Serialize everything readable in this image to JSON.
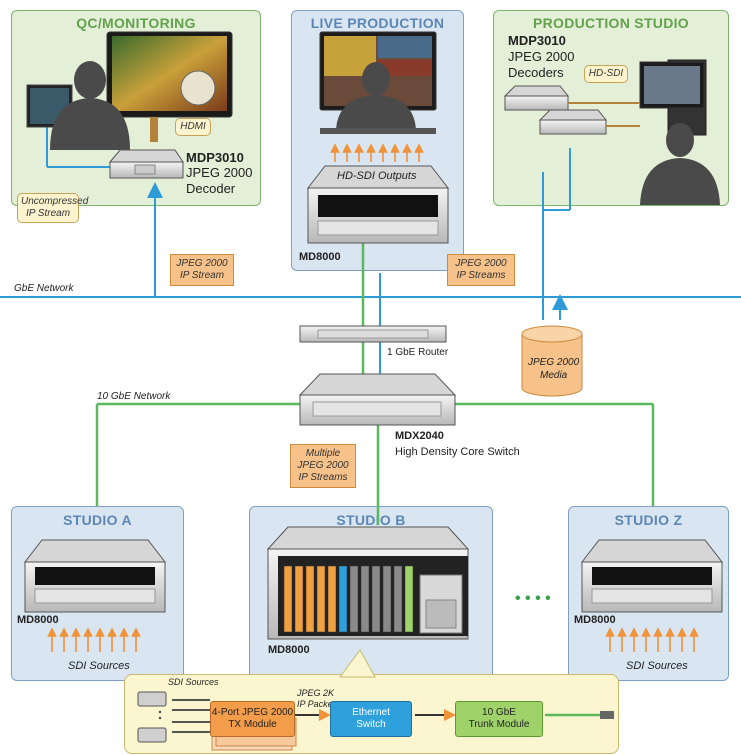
{
  "panels": {
    "qc": {
      "title": "QC/MONITORING",
      "decoder_model": "MDP3010",
      "decoder_line1": "JPEG 2000",
      "decoder_line2": "Decoder",
      "hdmi": "HDMI",
      "uncompressed_line1": "Uncompressed",
      "uncompressed_line2": "IP Stream"
    },
    "live": {
      "title": "LIVE PRODUCTION",
      "outputs": "HD-SDI Outputs",
      "model": "MD8000"
    },
    "prod": {
      "title": "PRODUCTION STUDIO",
      "model": "MDP3010",
      "line1": "JPEG 2000",
      "line2": "Decoders",
      "hdsdi": "HD-SDI"
    },
    "studio_a": {
      "title": "STUDIO A",
      "model": "MD8000",
      "sources": "SDI Sources"
    },
    "studio_b": {
      "title": "STUDIO B",
      "model": "MD8000"
    },
    "studio_z": {
      "title": "STUDIO Z",
      "model": "MD8000",
      "sources": "SDI Sources"
    }
  },
  "network": {
    "gbe_label": "GbE Network",
    "ten_gbe_label": "10 GbE Network",
    "router_label": "1 GbE Router",
    "core_model": "MDX2040",
    "core_desc": "High Density Core Switch",
    "media_line1": "JPEG 2000",
    "media_line2": "Media",
    "callout_ip_stream_1": "JPEG 2000",
    "callout_ip_stream_2": "IP Stream",
    "callout_ip_streams_1": "JPEG 2000",
    "callout_ip_streams_2": "IP Streams",
    "callout_multi_1": "Multiple",
    "callout_multi_2": "JPEG 2000",
    "callout_multi_3": "IP Streams",
    "ellipsis": "• • • •"
  },
  "detail": {
    "sdi_sources": "SDI Sources",
    "packets_line1": "JPEG 2K",
    "packets_line2": "IP Packets",
    "tx_line1": "4-Port JPEG 2000",
    "tx_line2": "TX Module",
    "eth_line1": "Ethernet",
    "eth_line2": "Switch",
    "trunk_line1": "10 GbE",
    "trunk_line2": "Trunk Module"
  },
  "colors": {
    "green_panel": "#e4efd8",
    "blue_panel": "#d9e6f2",
    "network_line": "#2f9bd6",
    "ten_gbe_line": "#5cb85c",
    "arrow_orange": "#f0923a"
  }
}
